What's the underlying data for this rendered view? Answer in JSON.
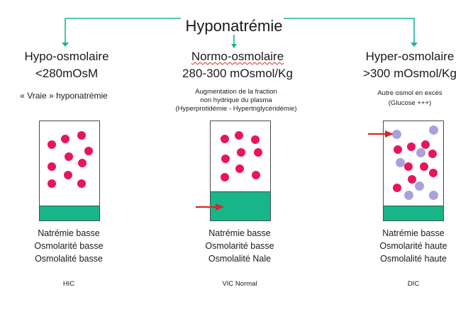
{
  "title": "Hyponatrémie",
  "columns": [
    {
      "heading1": "Hypo-osmolaire",
      "heading2": "<280mOsM",
      "note": "« Vraie » hyponatrémie",
      "stats": [
        "Natrémie basse",
        "Osmolarité basse",
        "Osmolalité basse"
      ],
      "label": "HIC"
    },
    {
      "heading1": "Normo-osmolaire",
      "heading2": "280-300 mOsmol/Kg",
      "note_lines": [
        "Augmentation de la fraction",
        "non hydrique du plasma",
        "(Hyperprotidémie - Hypertriglycéridémie)"
      ],
      "stats": [
        "Natrémie basse",
        "Osmolarité basse",
        "Osmolalité Nale"
      ],
      "label": "VIC Normal"
    },
    {
      "heading1": "Hyper-osmolaire",
      "heading2": ">300 mOsmol/Kg",
      "note_lines": [
        "Autre osmol en excès",
        "(Glucose +++)"
      ],
      "stats": [
        "Natrémie basse",
        "Osmolarité haute",
        "Osmolalité haute"
      ],
      "label": "DIC"
    }
  ],
  "colors": {
    "connector": "#1ab394",
    "sodium_dot": "#e8155e",
    "other_osmol_dot": "#a8a2dc",
    "fluid": "#18b589",
    "arrow": "#d62828"
  }
}
